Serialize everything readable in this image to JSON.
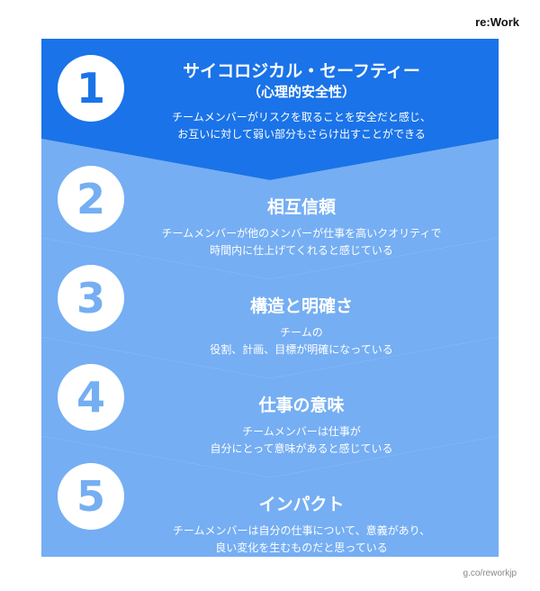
{
  "brand": "re:Work",
  "footer": "g.co/reworkjp",
  "colors": {
    "dark": "#1a73e8",
    "light": "#75aef3",
    "number_dark": "#1a73e8",
    "number_light": "#75aef3"
  },
  "steps": [
    {
      "number": "1",
      "title": "サイコロジカル・セーフティー",
      "subtitle": "（心理的安全性）",
      "desc_line1": "チームメンバーがリスクを取ることを安全だと感じ、",
      "desc_line2": "お互いに対して弱い部分もさらけ出すことができる"
    },
    {
      "number": "2",
      "title": "相互信頼",
      "desc_line1": "チームメンバーが他のメンバーが仕事を高いクオリティで",
      "desc_line2": "時間内に仕上げてくれると感じている"
    },
    {
      "number": "3",
      "title": "構造と明確さ",
      "desc_line1": "チームの",
      "desc_line2": "役割、計画、目標が明確になっている"
    },
    {
      "number": "4",
      "title": "仕事の意味",
      "desc_line1": "チームメンバーは仕事が",
      "desc_line2": "自分にとって意味があると感じている"
    },
    {
      "number": "5",
      "title": "インパクト",
      "desc_line1": "チームメンバーは自分の仕事について、意義があり、",
      "desc_line2": "良い変化を生むものだと思っている"
    }
  ]
}
